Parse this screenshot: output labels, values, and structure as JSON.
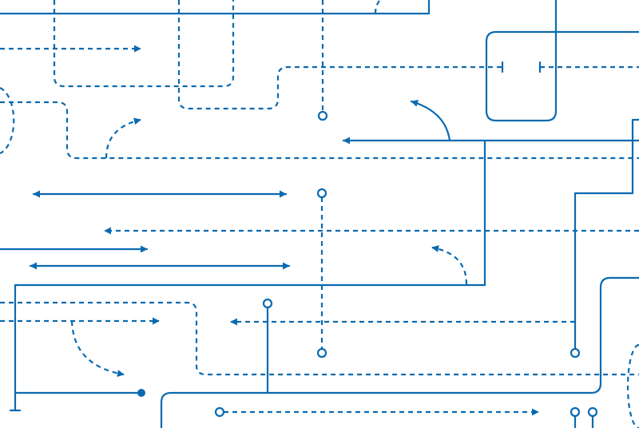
{
  "title": "",
  "colors": {
    "line": "#0b6aaf",
    "background": "#ffffff"
  },
  "style": "decorative flowchart connector pattern (solid lines, dashed lines, arrows, circle terminals, bar terminals)",
  "element_counts": {
    "arrowheads": 15,
    "circle_terminals": 9,
    "bar_terminals": 3
  }
}
